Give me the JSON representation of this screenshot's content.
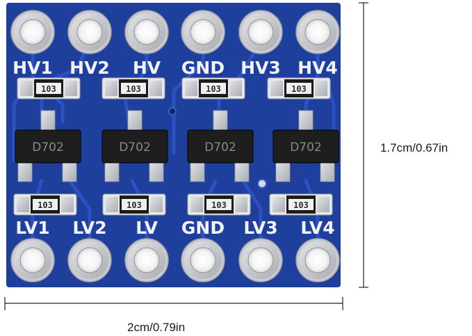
{
  "board": {
    "colors": {
      "pcb": "#1f3f9c",
      "pcb_dark": "#18317d",
      "trace": "#2a52c2",
      "silkscreen": "#f2f4fa",
      "pad": "#c9cbcf",
      "chip": "#1e1e1e",
      "resistor": "#1c1c1c"
    },
    "top_labels": [
      "HV1",
      "HV2",
      "HV",
      "GND",
      "HV3",
      "HV4"
    ],
    "bottom_labels": [
      "LV1",
      "LV2",
      "LV",
      "GND",
      "LV3",
      "LV4"
    ],
    "top_resistors": [
      "103",
      "103",
      "103",
      "103"
    ],
    "bottom_resistors": [
      "103",
      "103",
      "103",
      "103"
    ],
    "chips": [
      "D702",
      "D702",
      "D702",
      "D702"
    ]
  },
  "dimensions": {
    "height_label": "1.7cm/0.67in",
    "width_label": "2cm/0.79in"
  }
}
